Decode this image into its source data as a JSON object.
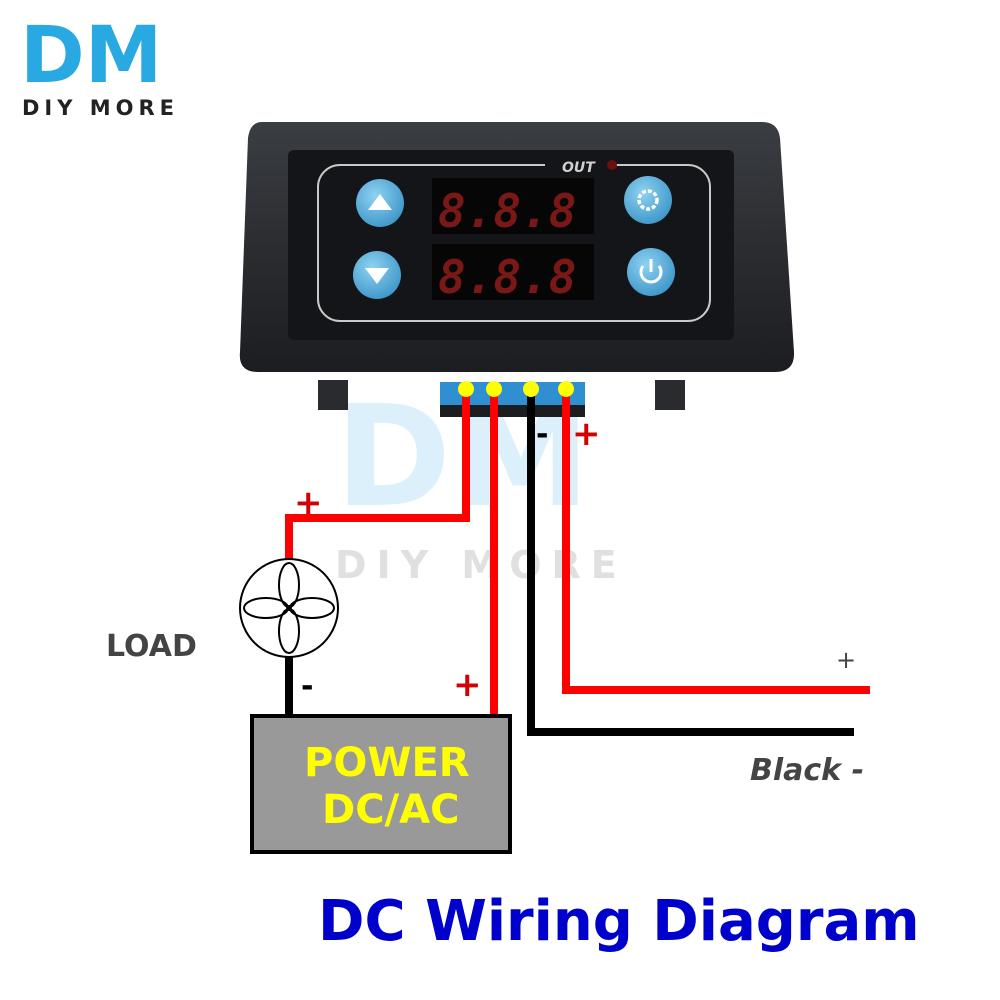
{
  "brand": {
    "logo": "DM",
    "name": "DIY MORE"
  },
  "watermark": {
    "logo": "DM",
    "name": "DIY MORE"
  },
  "device": {
    "out_label": "OUT",
    "display_top": "8.8.8",
    "display_bottom": "8.8.8",
    "buttons": {
      "up": "up-arrow",
      "down": "down-arrow",
      "set": "gear",
      "power": "power"
    }
  },
  "wiring": {
    "plus": "+",
    "minus": "-",
    "load_label": "LOAD",
    "power_line1": "POWER",
    "power_line2": "DC/AC",
    "black_label": "Black -",
    "plus_right": "+"
  },
  "title": "DC Wiring Diagram",
  "colors": {
    "logo_blue": "#29a9e1",
    "wire_red": "#ff0000",
    "wire_black": "#000000",
    "plus_red": "#d40000",
    "power_box": "#999999",
    "power_text": "#ffff00",
    "title_blue": "#0000cc"
  }
}
